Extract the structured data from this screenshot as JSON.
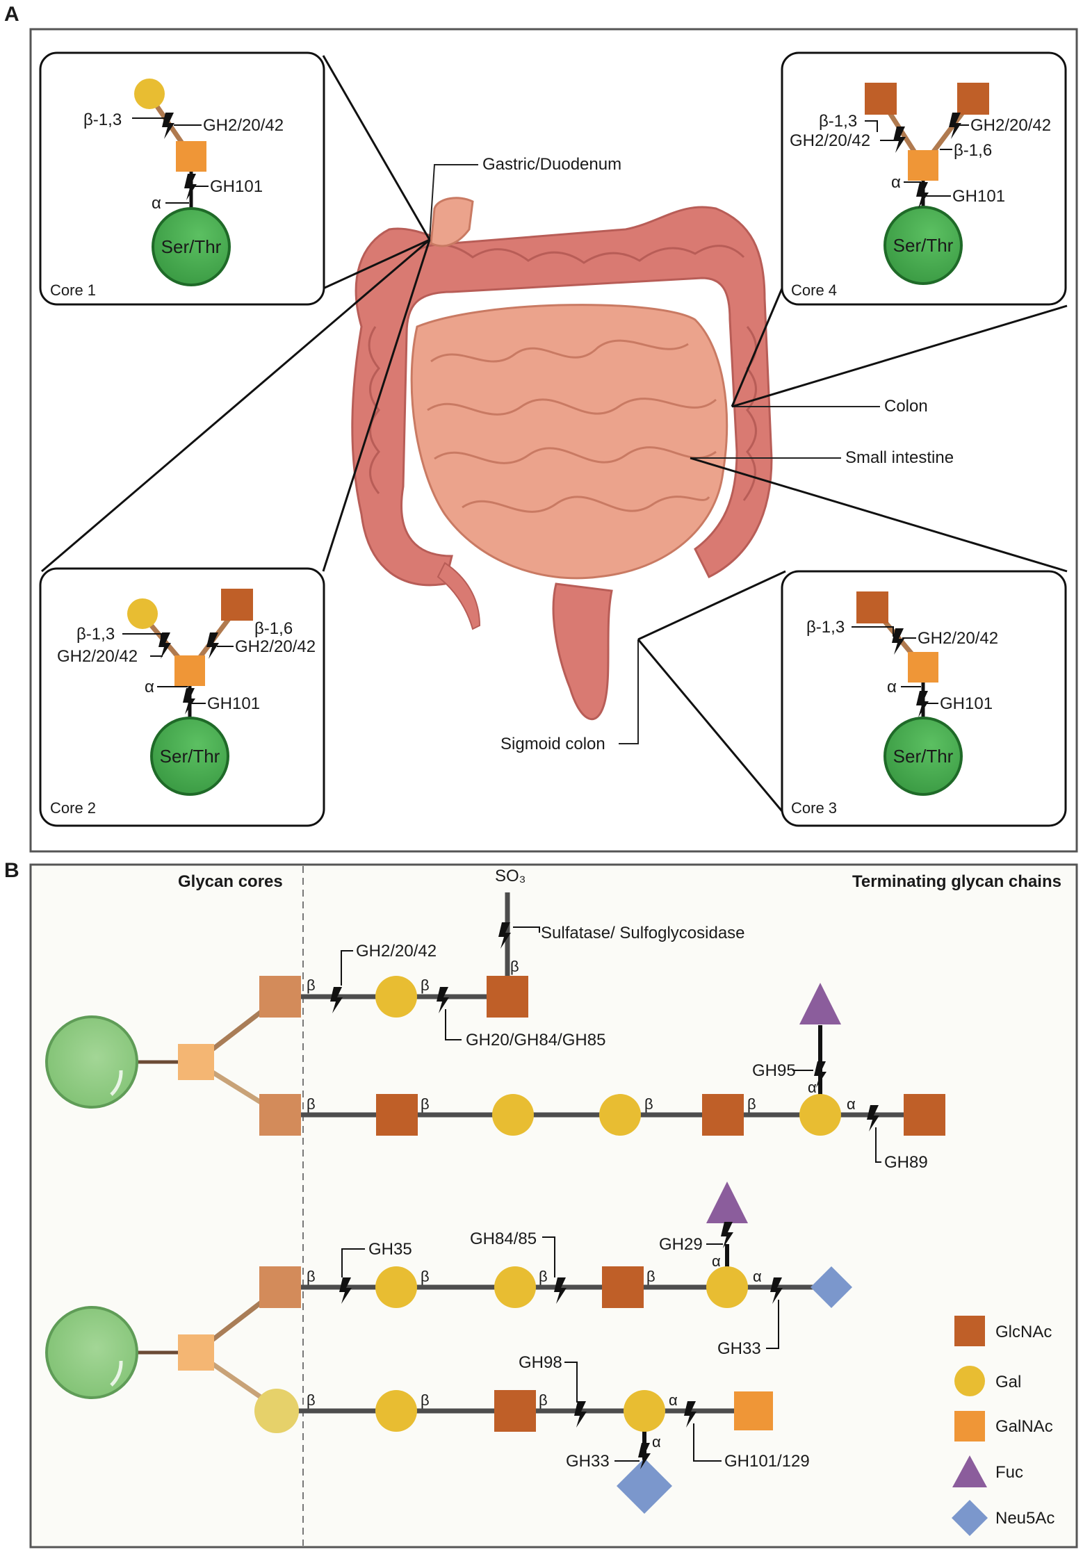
{
  "panel_a": {
    "letter": "A",
    "organ_labels": {
      "gastric": "Gastric/Duodenum",
      "colon": "Colon",
      "small_intestine": "Small intestine",
      "sigmoid": "Sigmoid colon"
    },
    "core1": {
      "name": "Core 1",
      "peptide": "Ser/Thr",
      "labels": {
        "b13": "β-1,3",
        "gh_branch": "GH2/20/42",
        "gh_alpha": "GH101",
        "alpha": "α"
      }
    },
    "core2": {
      "name": "Core 2",
      "peptide": "Ser/Thr",
      "labels": {
        "b13": "β-1,3",
        "gh_left": "GH2/20/42",
        "b16": "β-1,6",
        "gh_right": "GH2/20/42",
        "alpha": "α",
        "gh_alpha": "GH101"
      }
    },
    "core3": {
      "name": "Core 3",
      "peptide": "Ser/Thr",
      "labels": {
        "b13": "β-1,3",
        "gh_branch": "GH2/20/42",
        "alpha": "α",
        "gh_alpha": "GH101"
      }
    },
    "core4": {
      "name": "Core 4",
      "peptide": "Ser/Thr",
      "labels": {
        "b13": "β-1,3",
        "gh_left": "GH2/20/42",
        "gh_right": "GH2/20/42",
        "b16": "β-1,6",
        "alpha": "α",
        "gh_alpha": "GH101"
      }
    }
  },
  "panel_b": {
    "letter": "B",
    "header_left": "Glycan cores",
    "header_right": "Terminating glycan chains",
    "labels": {
      "so3": "SO₃",
      "sulfatase": "Sulfatase/ Sulfoglycosidase",
      "gh_top": "GH2/20/42",
      "gh20_84_85": "GH20/GH84/GH85",
      "gh95": "GH95",
      "gh89": "GH89",
      "gh35": "GH35",
      "gh84_85": "GH84/85",
      "gh29": "GH29",
      "gh33_a": "GH33",
      "gh98": "GH98",
      "gh33_b": "GH33",
      "gh101_129": "GH101/129",
      "beta": "β",
      "alpha": "α"
    },
    "legend": [
      {
        "name": "GlcNAc",
        "shape": "square",
        "color": "#bf5f28"
      },
      {
        "name": "Gal",
        "shape": "circle",
        "color": "#e8bd32"
      },
      {
        "name": "GalNAc",
        "shape": "square",
        "color": "#ef9637"
      },
      {
        "name": "Fuc",
        "shape": "triangle",
        "color": "#8b5d9c"
      },
      {
        "name": "Neu5Ac",
        "shape": "diamond",
        "color": "#7b97cc"
      }
    ]
  },
  "colors": {
    "glcnac": "#bf5f28",
    "gal": "#e8bd32",
    "galnac": "#ef9637",
    "fuc": "#8b5d9c",
    "neu5ac": "#7b97cc",
    "serthr": "#44a94e",
    "core_light_green": "#8fc97f",
    "intestine": "#e8a58f",
    "colon": "#d97a72"
  }
}
